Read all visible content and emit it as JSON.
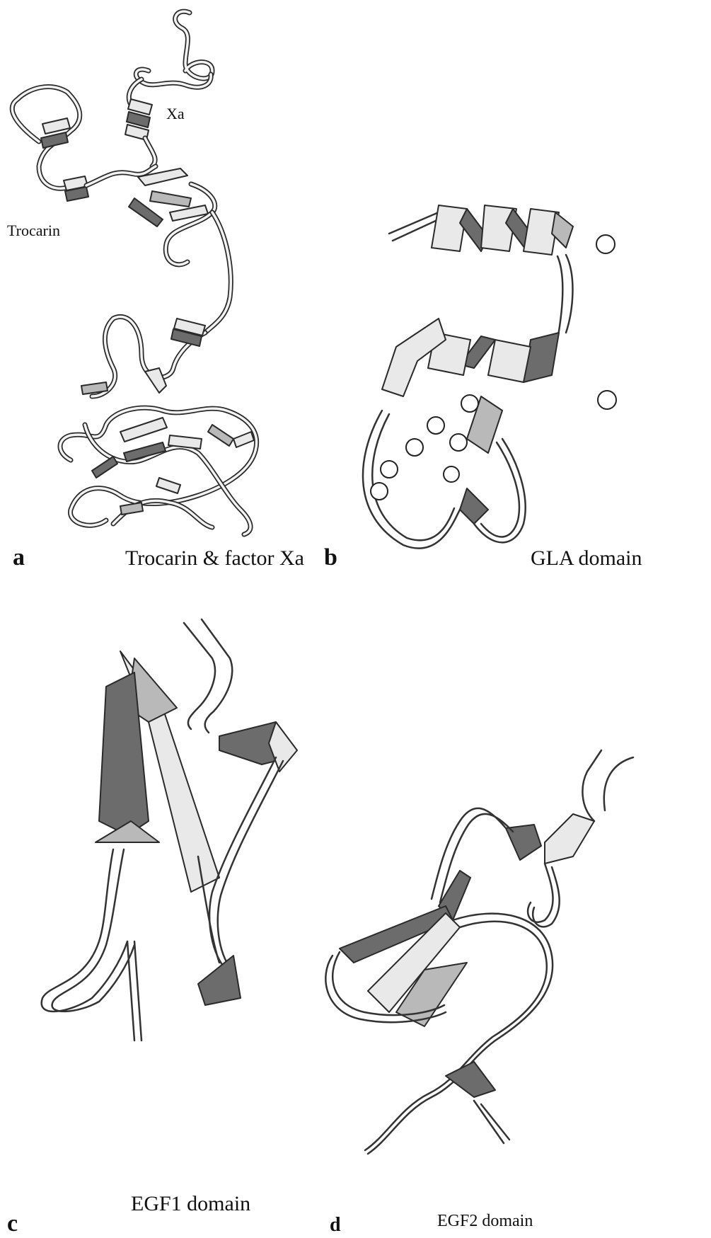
{
  "panels": {
    "a": {
      "letter": "a",
      "caption": "Trocarin & factor Xa",
      "labels": {
        "xa": "Xa",
        "trocarin": "Trocarin"
      }
    },
    "b": {
      "letter": "b",
      "caption": "GLA domain"
    },
    "c": {
      "letter": "c",
      "caption": "EGF1 domain"
    },
    "d": {
      "letter": "d",
      "caption": "EGF2 domain"
    }
  }
}
